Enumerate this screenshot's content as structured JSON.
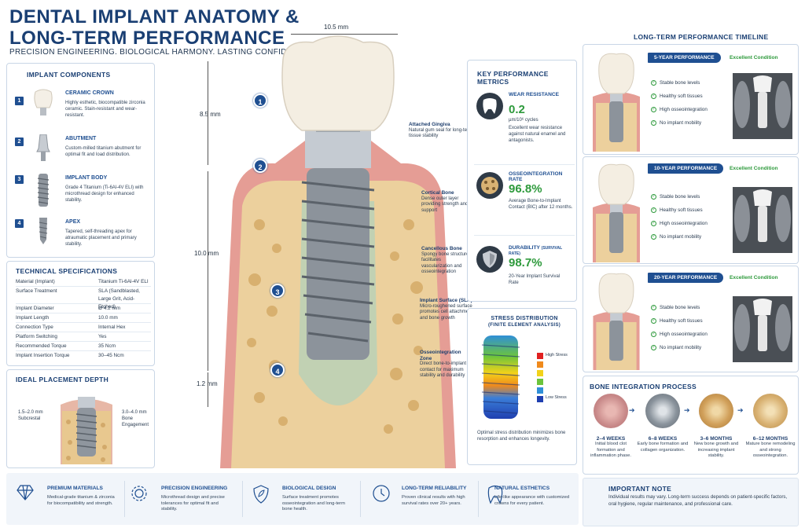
{
  "header": {
    "title_line1": "DENTAL IMPLANT ANATOMY &",
    "title_line2": "LONG-TERM PERFORMANCE",
    "subtitle": "PRECISION ENGINEERING. BIOLOGICAL HARMONY. LASTING CONFIDENCE."
  },
  "components": {
    "heading": "IMPLANT COMPONENTS",
    "items": [
      {
        "num": "1",
        "title": "CERAMIC CROWN",
        "desc": "Highly esthetic, biocompatible zirconia ceramic. Stain-resistant and wear-resistant."
      },
      {
        "num": "2",
        "title": "ABUTMENT",
        "desc": "Custom-milled titanium abutment for optimal fit and load distribution."
      },
      {
        "num": "3",
        "title": "IMPLANT BODY",
        "desc": "Grade 4 Titanium (Ti-6Al-4V ELI) with microthread design for enhanced stability."
      },
      {
        "num": "4",
        "title": "APEX",
        "desc": "Tapered, self-threading apex for atraumatic placement and primary stability."
      }
    ]
  },
  "specs": {
    "heading": "TECHNICAL SPECIFICATIONS",
    "rows": [
      {
        "k": "Material (Implant)",
        "v": "Titanium Ti-6Al-4V ELI"
      },
      {
        "k": "Surface Treatment",
        "v": "SLA (Sandblasted, Large Grit, Acid-Etched)"
      },
      {
        "k": "Implant Diameter",
        "v": "Ø 4.2 mm"
      },
      {
        "k": "Implant Length",
        "v": "10.0 mm"
      },
      {
        "k": "Connection Type",
        "v": "Internal Hex"
      },
      {
        "k": "Platform Switching",
        "v": "Yes"
      },
      {
        "k": "Recommended Torque",
        "v": "35 Ncm"
      },
      {
        "k": "Implant Insertion Torque",
        "v": "30–45 Ncm"
      }
    ]
  },
  "placement": {
    "heading": "IDEAL PLACEMENT DEPTH",
    "left_line1": "1.5–2.0 mm",
    "left_line2": "Subcrestal",
    "right_line1": "3.0–4.0 mm",
    "right_line2": "Bone",
    "right_line3": "Engagement"
  },
  "diagram": {
    "dim_top": "10.5 mm",
    "dim_crown": "8.5 mm",
    "dim_body": "10.0 mm",
    "dim_bottom": "1.2 mm",
    "markers": [
      "1",
      "2",
      "3",
      "4"
    ],
    "callouts": [
      {
        "title": "Attached Gingiva",
        "desc": "Natural gum seal for long-term tissue stability"
      },
      {
        "title": "Cortical Bone",
        "desc": "Dense outer layer providing strength and support"
      },
      {
        "title": "Cancellous Bone",
        "desc": "Spongy bone structure facilitates vascularization and osseointegration"
      },
      {
        "title": "Implant Surface (SLA)",
        "desc": "Micro-roughened surface promotes cell attachment and bone growth"
      },
      {
        "title": "Osseointegration Zone",
        "desc": "Direct bone-to-implant contact for maximum stability and durability"
      }
    ]
  },
  "metrics": {
    "heading": "KEY PERFORMANCE METRICS",
    "items": [
      {
        "title": "WEAR RESISTANCE",
        "sub": "",
        "value": "0.2",
        "unit": "µm/10⁶ cycles",
        "desc": "Excellent wear resistance against natural enamel and antagonists.",
        "icon": "tooth-icon"
      },
      {
        "title": "OSSEOINTEGRATION RATE",
        "sub": "",
        "value": "96.8%",
        "unit": "",
        "desc": "Average Bone-to-Implant Contact (BIC) after 12 months.",
        "icon": "bone-icon"
      },
      {
        "title": "DURABILITY",
        "sub": "(SURVIVAL RATE)",
        "value": "98.7%",
        "unit": "",
        "desc": "20-Year Implant Survival Rate",
        "icon": "shield-icon"
      }
    ]
  },
  "stress": {
    "heading_line1": "STRESS DISTRIBUTION",
    "heading_line2": "(FINITE ELEMENT ANALYSIS)",
    "high": "High Stress",
    "low": "Low Stress",
    "desc": "Optimal stress distribution minimizes bone resorption and enhances longevity.",
    "colors": [
      "#e02020",
      "#f08a1c",
      "#f2d21a",
      "#6cc43c",
      "#2f8fd8",
      "#1f3fb0"
    ]
  },
  "timeline": {
    "heading": "LONG-TERM PERFORMANCE TIMELINE",
    "items": [
      "Stable bone levels",
      "Healthy soft tissues",
      "High osseointegration",
      "No implant mobility"
    ],
    "stages": [
      {
        "badge": "5-YEAR PERFORMANCE",
        "cond": "Excellent Condition"
      },
      {
        "badge": "10-YEAR PERFORMANCE",
        "cond": "Excellent Condition"
      },
      {
        "badge": "20-YEAR PERFORMANCE",
        "cond": "Excellent Condition"
      }
    ]
  },
  "bone": {
    "heading": "BONE INTEGRATION PROCESS",
    "steps": [
      {
        "t": "2–4 WEEKS",
        "d": "Initial blood clot formation and inflammation phase.",
        "color": "#c98a8a"
      },
      {
        "t": "6–8 WEEKS",
        "d": "Early bone formation and collagen organization.",
        "color": "#8a939c"
      },
      {
        "t": "3–6 MONTHS",
        "d": "New bone growth and increasing implant stability.",
        "color": "#d1a05a"
      },
      {
        "t": "6–12 MONTHS",
        "d": "Mature bone remodeling and strong osseointegration.",
        "color": "#d9b273"
      }
    ]
  },
  "note": {
    "heading": "IMPORTANT NOTE",
    "text": "Individual results may vary. Long-term success depends on patient-specific factors, oral hygiene, regular maintenance, and professional care."
  },
  "features": [
    {
      "t": "PREMIUM MATERIALS",
      "d": "Medical-grade titanium & zirconia for biocompatibility and strength.",
      "icon": "diamond-icon"
    },
    {
      "t": "PRECISION ENGINEERING",
      "d": "Microthread design and precise tolerances for optimal fit and stability.",
      "icon": "gear-icon"
    },
    {
      "t": "BIOLOGICAL DESIGN",
      "d": "Surface treatment promotes osseointegration and long-term bone health.",
      "icon": "shield-leaf-icon"
    },
    {
      "t": "LONG-TERM RELIABILITY",
      "d": "Proven clinical results with high survival rates over 20+ years.",
      "icon": "clock-icon"
    },
    {
      "t": "NATURAL ESTHETICS",
      "d": "Life-like appearance with customized crowns for every patient.",
      "icon": "tooth-outline-icon"
    }
  ],
  "colors": {
    "navy": "#1a3f73",
    "accent": "#1f4f91",
    "green": "#2e9a3c",
    "gum": "#e89a95",
    "bone": "#e6c489"
  }
}
